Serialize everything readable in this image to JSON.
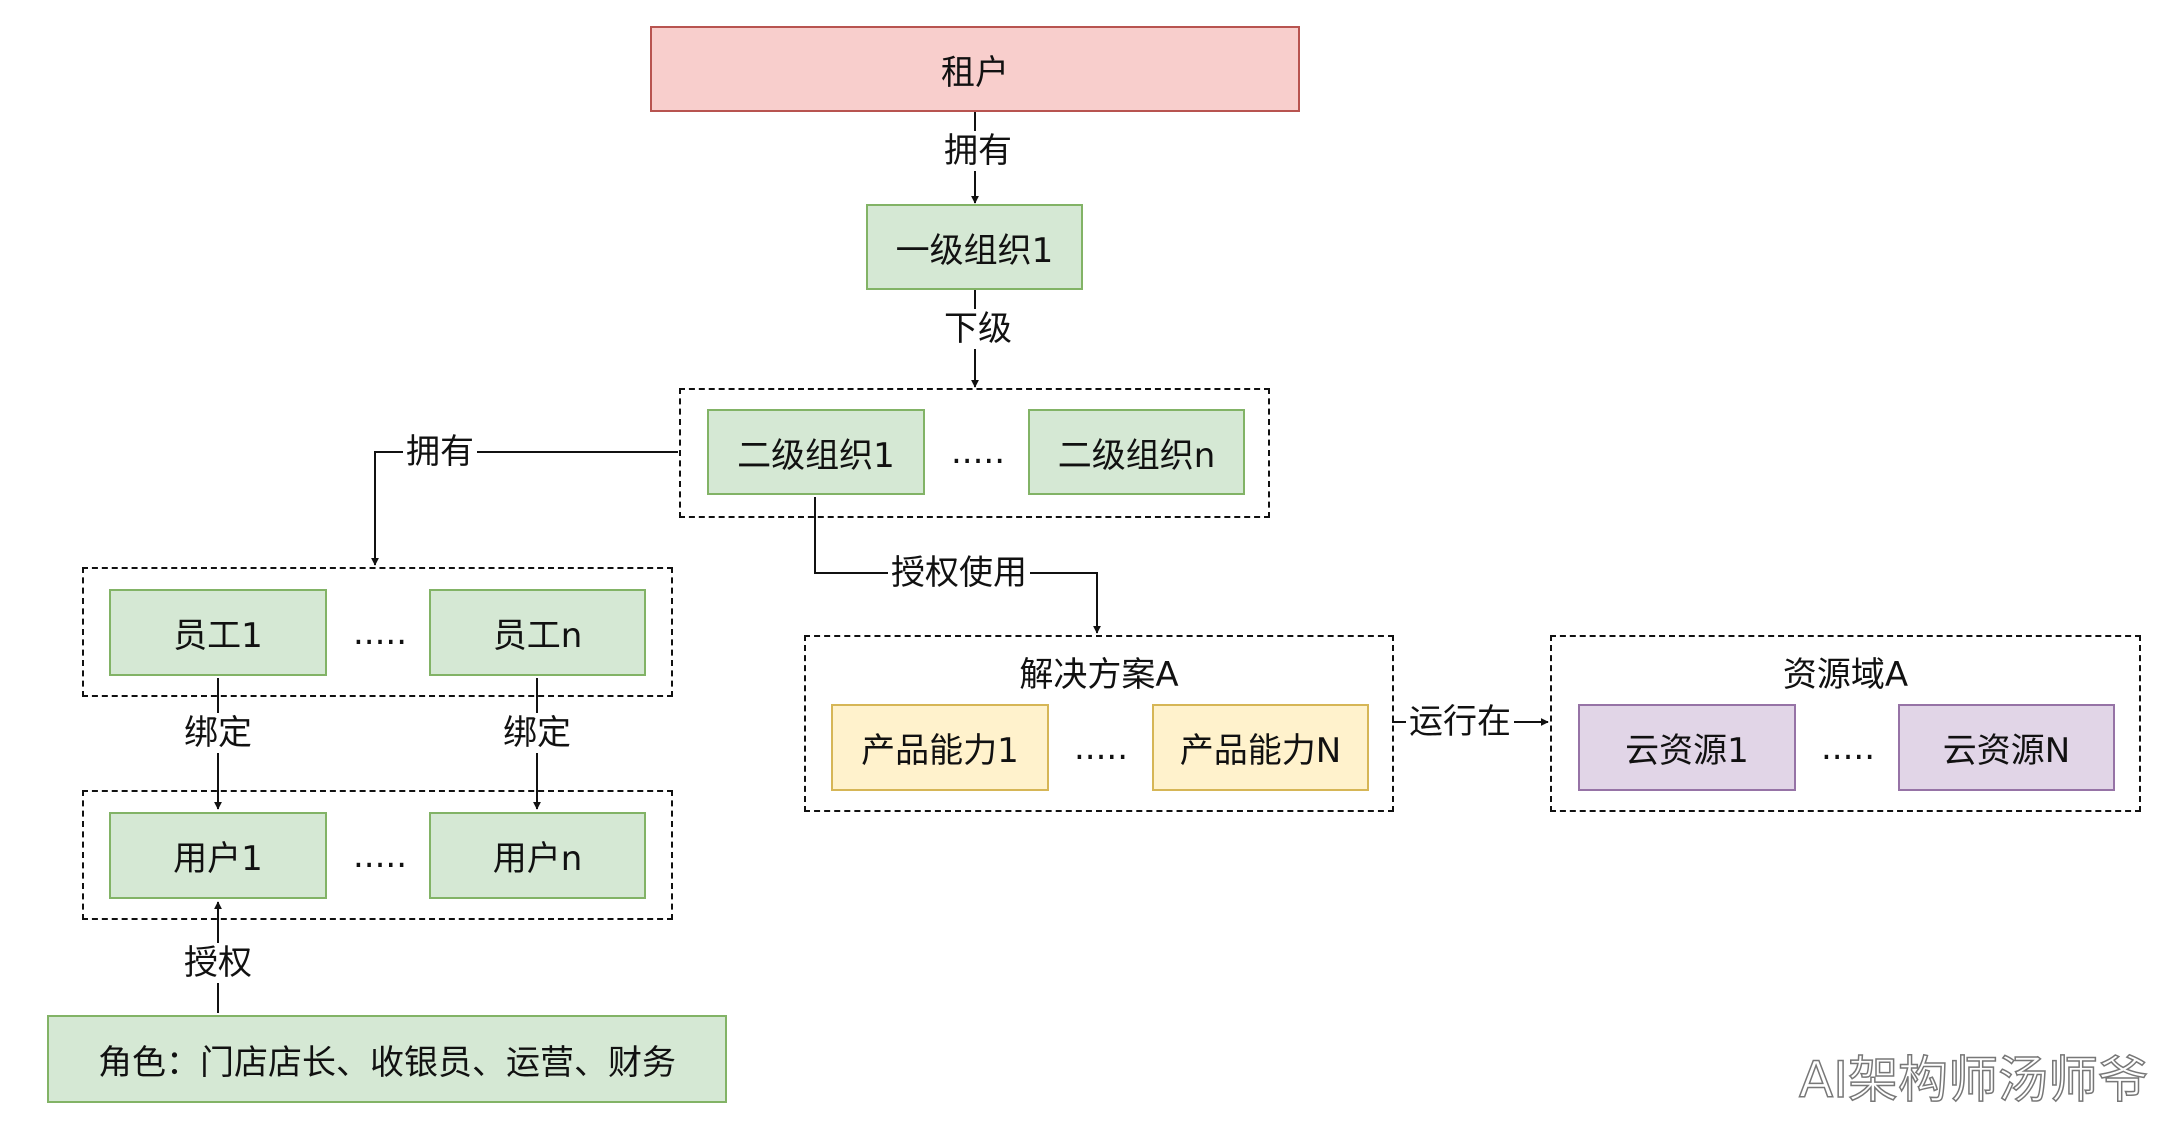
{
  "tenant": {
    "label": "租户"
  },
  "org_level1": {
    "label": "一级组织1"
  },
  "org_level2": {
    "first": "二级组织1",
    "last": "二级组织n",
    "ellipsis": "....."
  },
  "employees": {
    "first": "员工1",
    "last": "员工n",
    "ellipsis": "....."
  },
  "users": {
    "first": "用户1",
    "last": "用户n",
    "ellipsis": "....."
  },
  "role": {
    "label": "角色：门店店长、收银员、运营、财务"
  },
  "solution": {
    "title": "解决方案A",
    "first": "产品能力1",
    "last": "产品能力N",
    "ellipsis": "....."
  },
  "resource_domain": {
    "title": "资源域A",
    "first": "云资源1",
    "last": "云资源N",
    "ellipsis": "....."
  },
  "edges": {
    "tenant_owns": "拥有",
    "subordinate": "下级",
    "org_owns": "拥有",
    "authorized_use": "授权使用",
    "bind_first": "绑定",
    "bind_last": "绑定",
    "authorize": "授权",
    "runs_on": "运行在"
  },
  "colors": {
    "pink_fill": "#f8cecc",
    "pink_border": "#b85450",
    "green_fill": "#d5e8d4",
    "green_border": "#82b366",
    "yellow_fill": "#fff2cc",
    "yellow_border": "#d6b656",
    "purple_fill": "#e1d5e7",
    "purple_border": "#9673a6"
  },
  "watermark": "AI架构师汤师爷"
}
